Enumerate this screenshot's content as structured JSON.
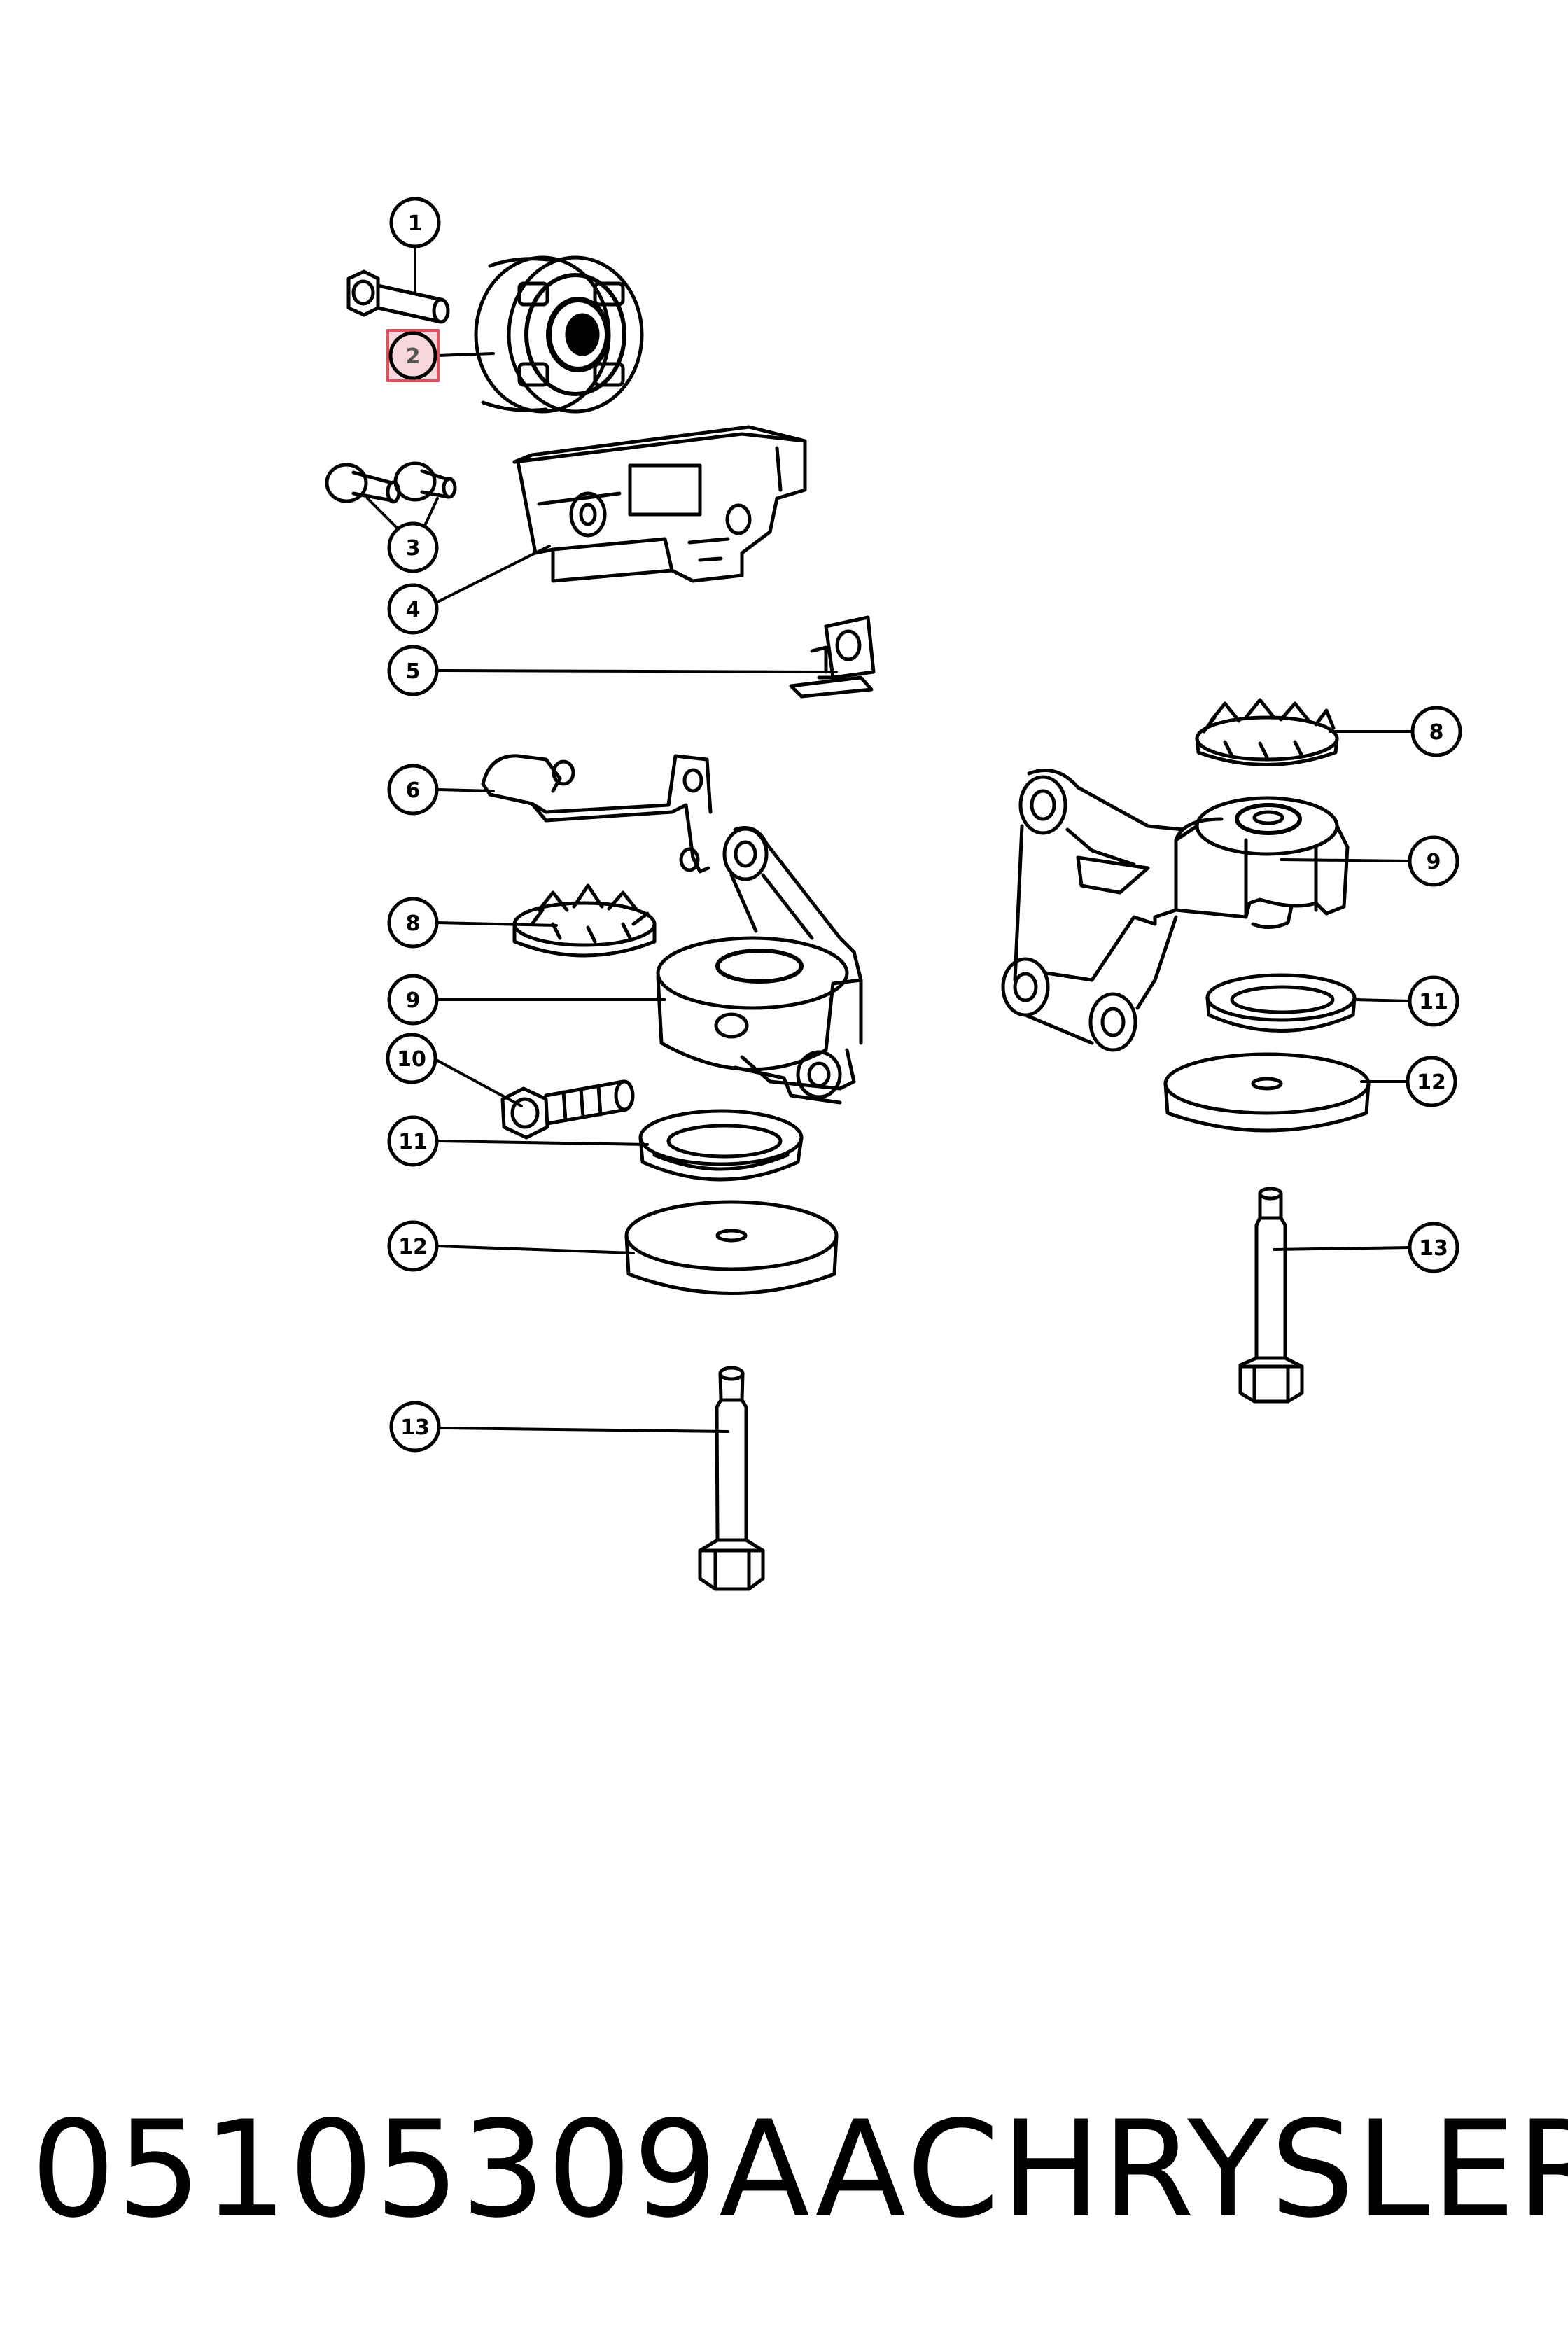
{
  "caption": {
    "part_number": "05105309AA",
    "brand": "CHRYSLER"
  },
  "callouts": {
    "c1": "1",
    "c2": "2",
    "c3": "3",
    "c4": "4",
    "c5": "5",
    "c6": "6",
    "c8a": "8",
    "c9a": "9",
    "c10": "10",
    "c11a": "11",
    "c12a": "12",
    "c13a": "13",
    "c8b": "8",
    "c9b": "9",
    "c11b": "11",
    "c12b": "12",
    "c13b": "13"
  },
  "highlighted_callout": "2",
  "colors": {
    "line": "#000000",
    "highlight_fill": "#f7d6dc",
    "highlight_border": "#e05060",
    "background": "#ffffff"
  }
}
